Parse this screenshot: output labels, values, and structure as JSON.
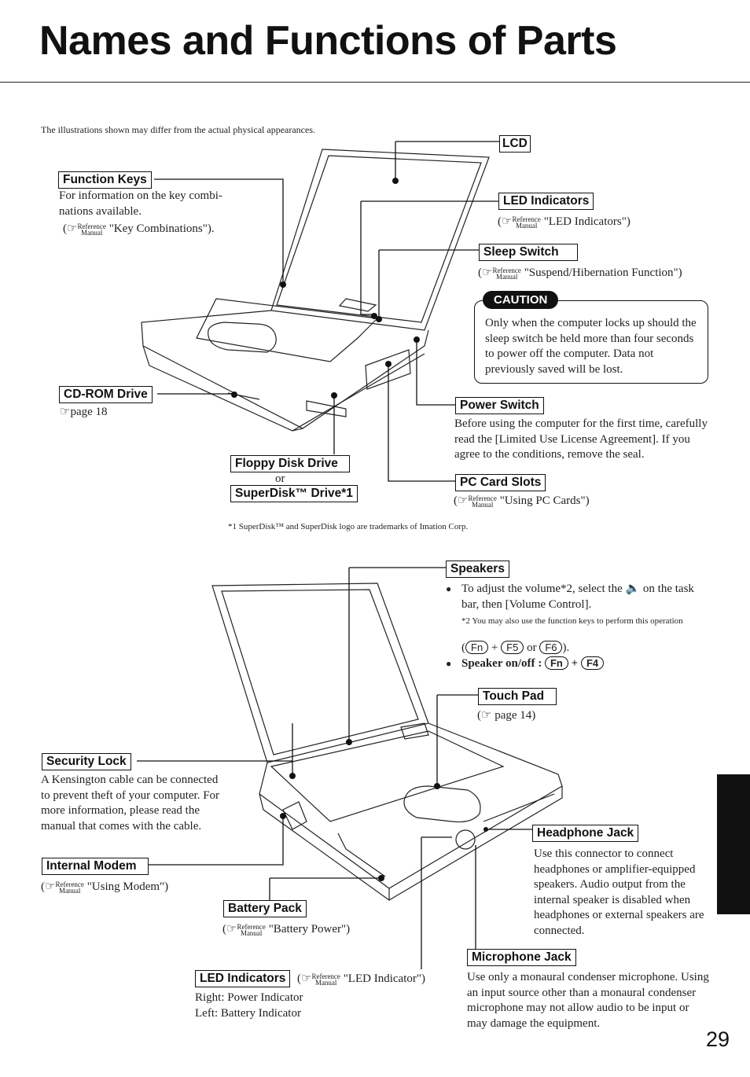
{
  "title": "Names and Functions of Parts",
  "intro": "The illustrations shown may differ from the actual physical appearances.",
  "reference_icon": {
    "line1": "Reference",
    "line2": "Manual"
  },
  "labels": {
    "lcd": "LCD",
    "function_keys": "Function Keys",
    "led_indicators_top": "LED Indicators",
    "sleep_switch": "Sleep Switch",
    "caution": "CAUTION",
    "cd_rom_drive": "CD-ROM Drive",
    "power_switch": "Power Switch",
    "floppy_disk_drive": "Floppy Disk Drive",
    "or": "or",
    "superdisk_drive": "SuperDisk™ Drive*1",
    "pc_card_slots": "PC Card Slots",
    "speakers": "Speakers",
    "touch_pad": "Touch Pad",
    "security_lock": "Security Lock",
    "internal_modem": "Internal Modem",
    "headphone_jack": "Headphone Jack",
    "battery_pack": "Battery Pack",
    "microphone_jack": "Microphone Jack",
    "led_indicators_bottom": "LED Indicators"
  },
  "descriptions": {
    "function_keys_1": "For information on the key combi-",
    "function_keys_2": "nations available.",
    "function_keys_ref": "\"Key Combinations\").",
    "led_top_ref": "\"LED Indicators\")",
    "sleep_ref": "\"Suspend/Hibernation Function\")",
    "caution_text": "Only when the computer locks up should the sleep switch be held more than four seconds to power off the computer. Data not previously saved will be lost.",
    "cd_rom_page": "page 18",
    "power_switch_text": "Before using the computer for the first time, carefully read the [Limited Use License Agreement]. If you agree to the conditions, remove the seal.",
    "pc_card_ref": "\"Using PC Cards\")",
    "superdisk_note": "*1 SuperDisk™ and SuperDisk logo are trademarks of Imation Corp.",
    "speakers_1a": "To adjust the volume*2, select the",
    "speakers_1b": "on the task",
    "speakers_1c": "bar, then [Volume Control].",
    "speakers_note": "*2 You may also use the function keys to perform this operation",
    "speaker_onoff": "Speaker on/off :",
    "touch_pad_page": "page 14)",
    "security_lock_text": "A Kensington cable can be connected to prevent theft of your computer. For more information, please read the manual that comes with the cable.",
    "modem_ref": "\"Using Modem\")",
    "headphone_text": "Use this connector to connect headphones or amplifier-equipped speakers. Audio output from the internal speaker is disabled when headphones or external speakers are connected.",
    "battery_ref": "\"Battery Power\")",
    "led_bottom_ref": "\"LED Indicator\")",
    "led_right": "Right: Power Indicator",
    "led_left": "Left: Battery Indicator",
    "microphone_text": "Use only a monaural condenser microphone. Using an input source other than a monaural condenser microphone may not allow audio to be input or may damage the equipment."
  },
  "keys": {
    "fn": "Fn",
    "f5": "F5",
    "f6": "F6",
    "f4": "F4",
    "or": "or",
    "plus": "+"
  },
  "page_number": "29"
}
